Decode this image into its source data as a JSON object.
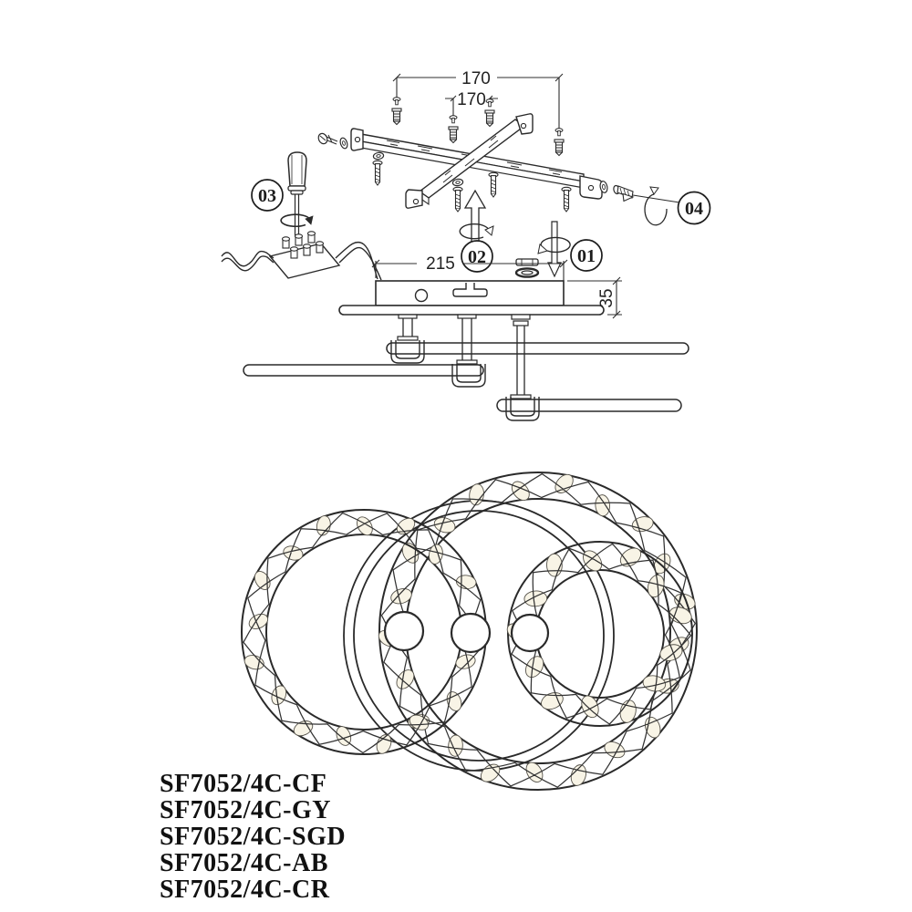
{
  "drawing": {
    "dimensions": {
      "bracket_span": "170",
      "bracket_inner": "170",
      "canopy_width": "215",
      "canopy_height": "35"
    },
    "steps": {
      "s1": "01",
      "s2": "02",
      "s3": "03",
      "s4": "04"
    },
    "colors": {
      "line": "#2a2a2a",
      "braid_fill": "#f8f4e6",
      "background": "#ffffff"
    }
  },
  "models": {
    "items": [
      "SF7052/4C-CF",
      "SF7052/4C-GY",
      "SF7052/4C-SGD",
      "SF7052/4C-AB",
      "SF7052/4C-CR"
    ]
  }
}
